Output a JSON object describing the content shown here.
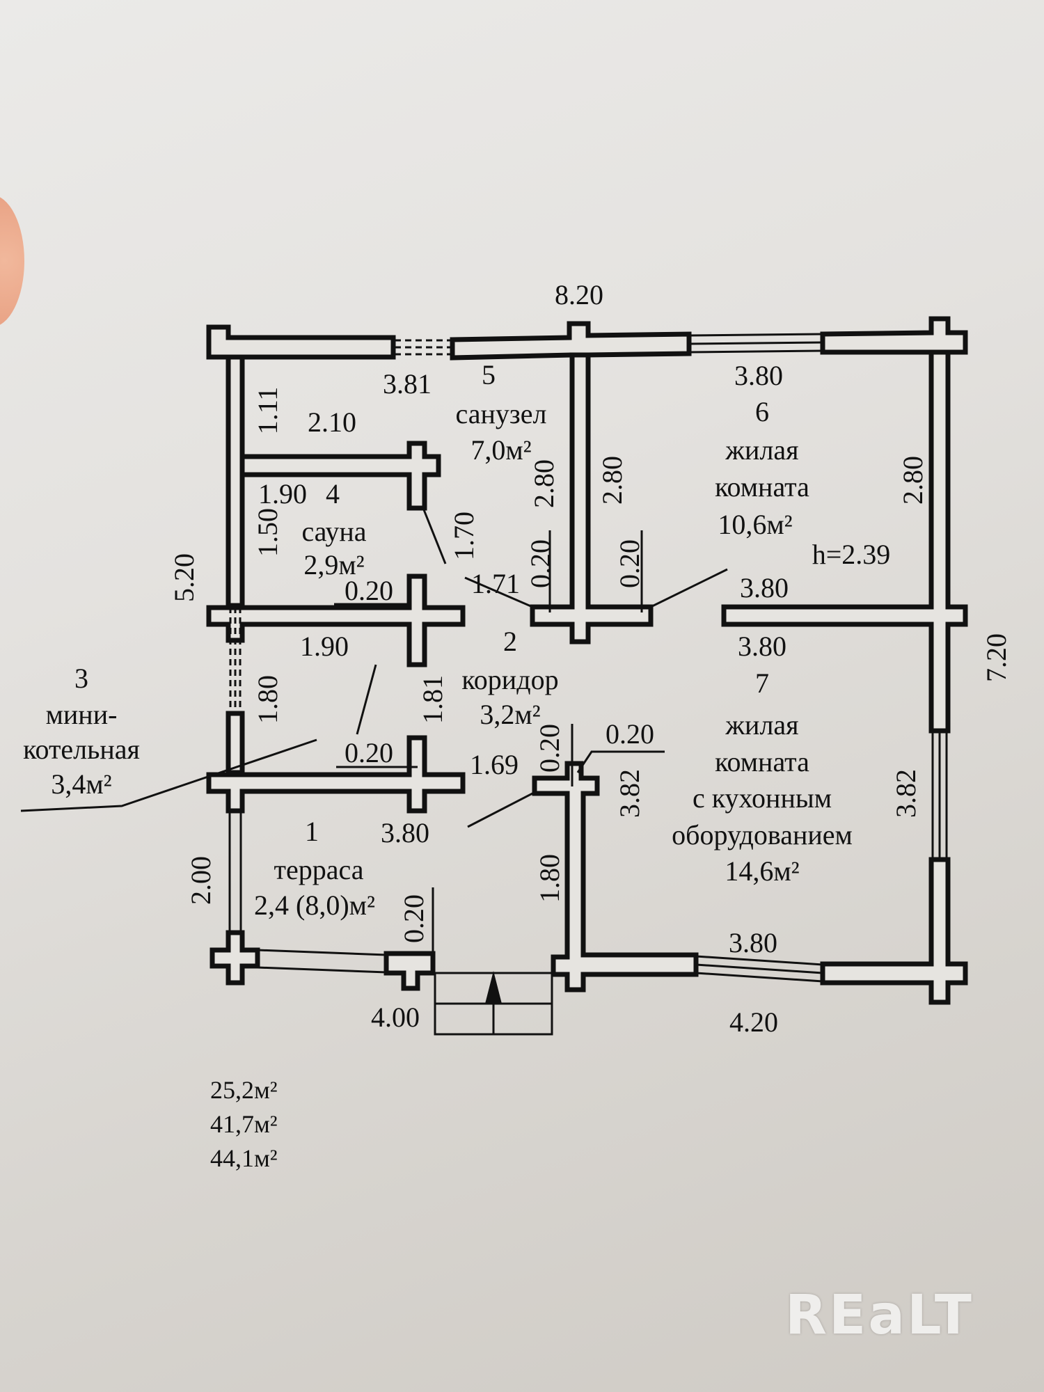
{
  "plan": {
    "overall_dimensions": {
      "top_width": "8.20",
      "left_height": "5.20",
      "right_height": "7.20",
      "bottom_left_width": "4.00",
      "bottom_right_width": "4.20"
    },
    "rooms": [
      {
        "number": "1",
        "name": "терраса",
        "area": "2,4 (8,0)м²",
        "dims": [
          "3.80",
          "2.00",
          "1.80",
          "0.20"
        ]
      },
      {
        "number": "2",
        "name": "коридор",
        "area": "3,2м²",
        "dims": [
          "1.71",
          "1.81",
          "1.69",
          "0.20",
          "0.20"
        ]
      },
      {
        "number": "3",
        "name_lines": [
          "мини-",
          "котельная"
        ],
        "area": "3,4м²",
        "dims": [
          "1.90",
          "1.80",
          "0.20"
        ]
      },
      {
        "number": "4",
        "name": "сауна",
        "area": "2,9м²",
        "dims": [
          "1.90",
          "1.50",
          "0.20"
        ]
      },
      {
        "number": "5",
        "name": "санузел",
        "area": "7,0м²",
        "dims": [
          "3.81",
          "2.10",
          "1.11",
          "1.70",
          "2.80",
          "0.20"
        ]
      },
      {
        "number": "6",
        "name_lines": [
          "жилая",
          "комната"
        ],
        "area": "10,6м²",
        "height": "h=2.39",
        "dims": [
          "3.80",
          "2.80",
          "2.80",
          "3.80",
          "0.20"
        ]
      },
      {
        "number": "7",
        "name_lines": [
          "жилая",
          "комната",
          "с кухонным",
          "оборудованием"
        ],
        "area": "14,6м²",
        "dims": [
          "3.80",
          "3.82",
          "3.82",
          "3.80",
          "0.20"
        ]
      }
    ],
    "totals": [
      "25,2м²",
      "41,7м²",
      "44,1м²"
    ]
  },
  "watermark": "REaLT"
}
